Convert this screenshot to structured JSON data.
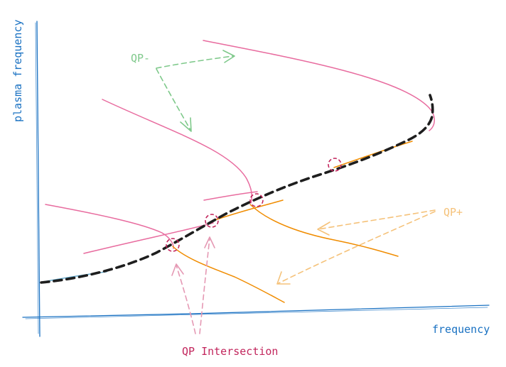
{
  "labels": {
    "y_axis": "plasma frequency",
    "x_axis": "frequency",
    "qp_minus": "QP-",
    "qp_plus": "QP+",
    "qp_intersection": "QP Intersection"
  },
  "colors": {
    "axis": "#1971c2",
    "qp_minus_curve": "#e86c9f",
    "qp_plus_curve": "#f08c00",
    "dispersion": "#1e1e1e",
    "qp_minus_label": "#7fc98b",
    "qp_plus_label": "#f5c27a",
    "intersection": "#c2255c",
    "intersection_arrow": "#e599b4"
  },
  "icons": {
    "intersection_marker": "dashed-circle-icon",
    "arrow": "arrow-icon"
  }
}
